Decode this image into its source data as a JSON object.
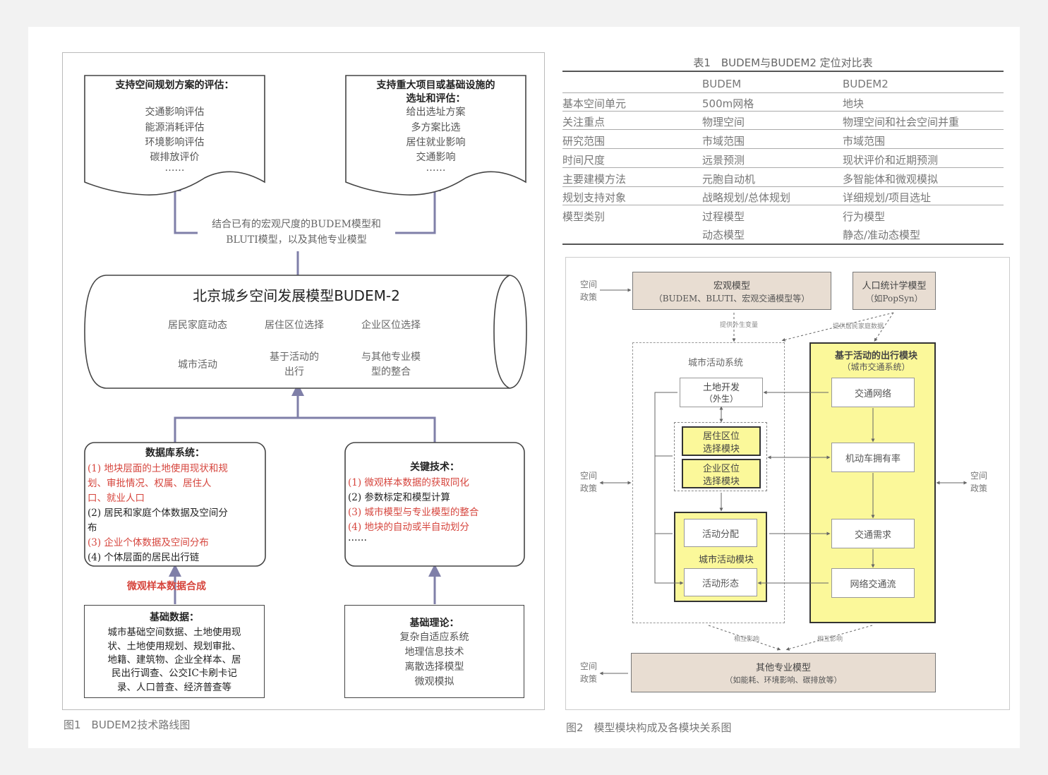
{
  "fig1": {
    "caption": "图1　BUDEM2技术路线图",
    "top_left": {
      "title": "支持空间规划方案的评估：",
      "items": [
        "交通影响评估",
        "能源消耗评估",
        "环境影响评估",
        "碳排放评价",
        "……"
      ]
    },
    "top_right": {
      "title_lines": [
        "支持重大项目或基础设施的",
        "选址和评估："
      ],
      "items": [
        "给出选址方案",
        "多方案比选",
        "居住就业影响",
        "交通影响",
        "……"
      ]
    },
    "combine_lines": [
      "结合已有的宏观尺度的BUDEM模型和",
      "BLUTI模型，以及其他专业模型"
    ],
    "cylinder": {
      "title": "北京城乡空间发展模型BUDEM-2",
      "row1": [
        "居民家庭动态",
        "居住区位选择",
        "企业区位选择"
      ],
      "row2_a": "城市活动",
      "row2_b": [
        "基于活动的",
        "出行"
      ],
      "row2_c": [
        "与其他专业模",
        "型的整合"
      ]
    },
    "database": {
      "title": "数据库系统：",
      "lines": [
        {
          "text": "(1) 地块层面的土地使用现状和规",
          "red": true
        },
        {
          "text": "划、审批情况、权属、居住人",
          "red": true
        },
        {
          "text": "口、就业人口",
          "red": true
        },
        {
          "text": "(2) 居民和家庭个体数据及空间分",
          "red": false
        },
        {
          "text": "布",
          "red": false
        },
        {
          "text": "(3) 企业个体数据及空间分布",
          "red": true
        },
        {
          "text": "(4) 个体层面的居民出行链",
          "red": false
        }
      ]
    },
    "key_tech": {
      "title": "关键技术：",
      "lines": [
        {
          "text": "(1) 微观样本数据的获取同化",
          "red": true
        },
        {
          "text": "(2) 参数标定和模型计算",
          "red": false
        },
        {
          "text": "(3) 城市模型与专业模型的整合",
          "red": true
        },
        {
          "text": "(4) 地块的自动或半自动划分",
          "red": true
        },
        {
          "text": "……",
          "red": false
        }
      ]
    },
    "micro_sample": "微观样本数据合成",
    "basic_data": {
      "title": "基础数据：",
      "lines": [
        "城市基础空间数据、土地使用现",
        "状、土地使用规划、规划审批、",
        "地籍、建筑物、企业全样本、居",
        "民出行调查、公交IC卡刷卡记",
        "录、人口普查、经济普查等"
      ]
    },
    "basic_theory": {
      "title": "基础理论：",
      "lines": [
        "复杂自适应系统",
        "地理信息技术",
        "离散选择模型",
        "微观模拟"
      ]
    }
  },
  "table1": {
    "caption": "表1　BUDEM与BUDEM2 定位对比表",
    "headers": [
      "",
      "BUDEM",
      "BUDEM2"
    ],
    "rows": [
      [
        "基本空间单元",
        "500m网格",
        "地块"
      ],
      [
        "关注重点",
        "物理空间",
        "物理空间和社会空间并重"
      ],
      [
        "研究范围",
        "市域范围",
        "市域范围"
      ],
      [
        "时间尺度",
        "远景预测",
        "现状评价和近期预测"
      ],
      [
        "主要建模方法",
        "元胞自动机",
        "多智能体和微观模拟"
      ],
      [
        "规划支持对象",
        "战略规划/总体规划",
        "详细规划/项目选址"
      ],
      [
        "模型类别",
        "过程模型",
        "行为模型"
      ],
      [
        "",
        "动态模型",
        "静态/准动态模型"
      ]
    ]
  },
  "fig2": {
    "caption": "图2　模型模块构成及各模块关系图",
    "space_policy": [
      "空间",
      "政策"
    ],
    "macro": {
      "title": "宏观模型",
      "sub": "（BUDEM、BLUTI、宏观交通模型等）"
    },
    "pop": {
      "title": "人口统计学模型",
      "sub": "（如PopSyn）"
    },
    "provide_ext": "提供外生变量",
    "provide_hh": "提供居民家庭数据",
    "urban_system": "城市活动系统",
    "land_dev": [
      "土地开发",
      "（外生）"
    ],
    "res_loc": [
      "居住区位",
      "选择模块"
    ],
    "ent_loc": [
      "企业区位",
      "选择模块"
    ],
    "act_alloc": "活动分配",
    "urban_act_module": "城市活动模块",
    "act_form": "活动形态",
    "travel": {
      "title": "基于活动的出行模块",
      "sub": "（城市交通系统）"
    },
    "traffic_net": "交通网络",
    "car_own": "机动车拥有率",
    "traffic_demand": "交通需求",
    "net_flow": "网络交通流",
    "mutual": "相互影响",
    "other": {
      "title": "其他专业模型",
      "sub": "（如能耗、环境影响、碳排放等）"
    }
  }
}
